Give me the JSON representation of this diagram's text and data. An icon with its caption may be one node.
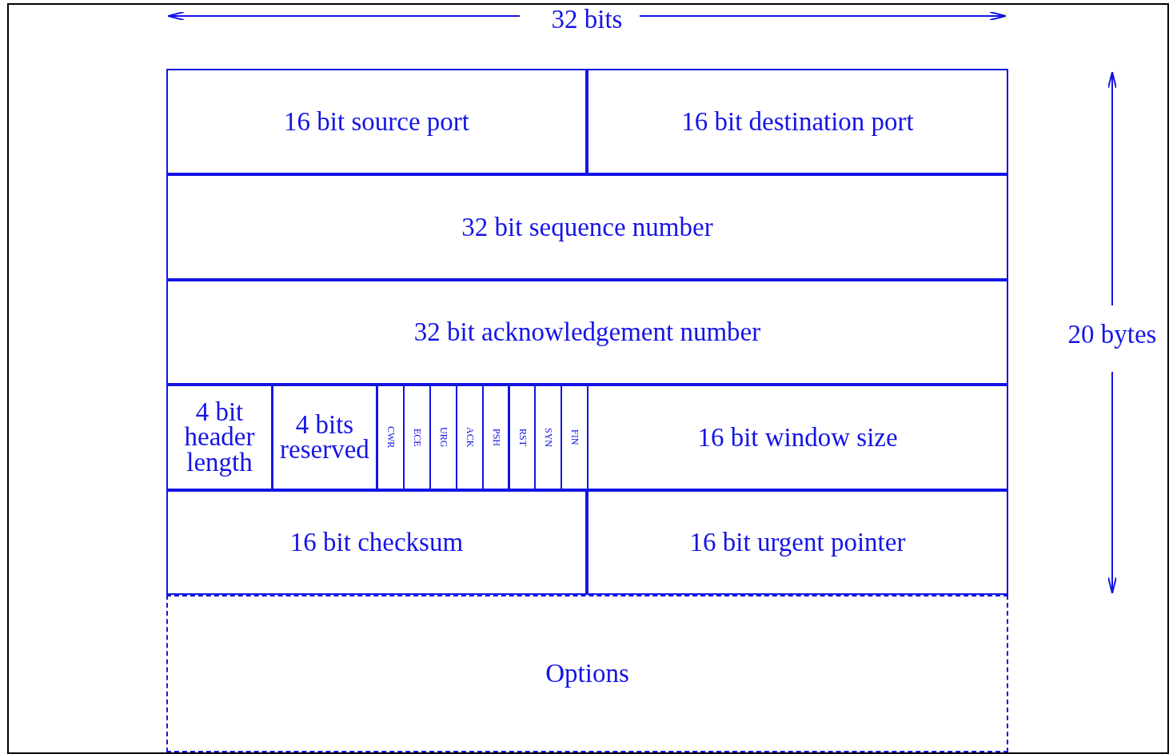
{
  "diagram": {
    "nodes": [
      {
        "text": [
          "16 bit source port"
        ]
      },
      {
        "text": [
          "16 bit destination port"
        ]
      },
      {
        "text": [
          "32 bit sequence number"
        ]
      },
      {
        "text": [
          "32 bit acknowledgement number"
        ]
      },
      {
        "text": [
          "4 bit header length"
        ]
      },
      {
        "text": [
          "4 bits reserved"
        ]
      },
      {
        "text": [
          "CWR"
        ]
      },
      {
        "text": [
          "ECE"
        ]
      },
      {
        "text": [
          "URG"
        ]
      },
      {
        "text": [
          "ACK"
        ]
      },
      {
        "text": [
          "PSH"
        ]
      },
      {
        "text": [
          "RST"
        ]
      },
      {
        "text": [
          "SYN"
        ]
      },
      {
        "text": [
          "FIN"
        ]
      },
      {
        "text": [
          "16 bit window size"
        ]
      },
      {
        "text": [
          "16 bit checksum"
        ]
      },
      {
        "text": [
          "16 bit urgent pointer"
        ]
      },
      {
        "text": [
          "Options"
        ]
      }
    ],
    "edges": [],
    "labels": [
      "32 bits",
      "20 bytes"
    ]
  }
}
